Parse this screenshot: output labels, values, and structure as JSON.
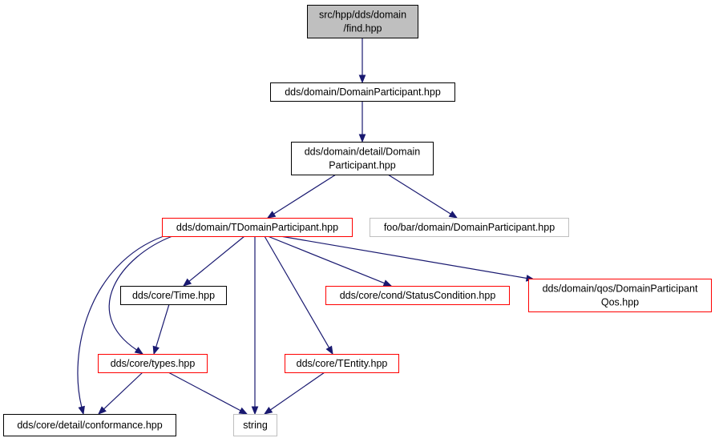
{
  "colors": {
    "edge": "#191970",
    "root_fill": "#bfbfbf",
    "border_normal": "#000000",
    "border_truncated": "#ff0000",
    "border_external": "#bfbfbf"
  },
  "nodes": [
    {
      "id": "find",
      "lines": [
        "src/hpp/dds/domain",
        "/find.hpp"
      ],
      "kind": "root"
    },
    {
      "id": "dp",
      "lines": [
        "dds/domain/DomainParticipant.hpp"
      ],
      "kind": "normal"
    },
    {
      "id": "detail_dp",
      "lines": [
        "dds/domain/detail/Domain",
        "Participant.hpp"
      ],
      "kind": "normal"
    },
    {
      "id": "tdp",
      "lines": [
        "dds/domain/TDomainParticipant.hpp"
      ],
      "kind": "truncated"
    },
    {
      "id": "foo",
      "lines": [
        "foo/bar/domain/DomainParticipant.hpp"
      ],
      "kind": "external"
    },
    {
      "id": "time",
      "lines": [
        "dds/core/Time.hpp"
      ],
      "kind": "normal"
    },
    {
      "id": "status",
      "lines": [
        "dds/core/cond/StatusCondition.hpp"
      ],
      "kind": "truncated"
    },
    {
      "id": "qos",
      "lines": [
        "dds/domain/qos/DomainParticipant",
        "Qos.hpp"
      ],
      "kind": "truncated"
    },
    {
      "id": "types",
      "lines": [
        "dds/core/types.hpp"
      ],
      "kind": "truncated"
    },
    {
      "id": "tentity",
      "lines": [
        "dds/core/TEntity.hpp"
      ],
      "kind": "truncated"
    },
    {
      "id": "conf",
      "lines": [
        "dds/core/detail/conformance.hpp"
      ],
      "kind": "normal"
    },
    {
      "id": "string",
      "lines": [
        "string"
      ],
      "kind": "external"
    }
  ],
  "edges": [
    {
      "from": "find",
      "to": "dp"
    },
    {
      "from": "dp",
      "to": "detail_dp"
    },
    {
      "from": "detail_dp",
      "to": "tdp"
    },
    {
      "from": "detail_dp",
      "to": "foo"
    },
    {
      "from": "tdp",
      "to": "time"
    },
    {
      "from": "tdp",
      "to": "status"
    },
    {
      "from": "tdp",
      "to": "qos"
    },
    {
      "from": "tdp",
      "to": "types"
    },
    {
      "from": "tdp",
      "to": "tentity"
    },
    {
      "from": "tdp",
      "to": "conf"
    },
    {
      "from": "tdp",
      "to": "string"
    },
    {
      "from": "time",
      "to": "types"
    },
    {
      "from": "types",
      "to": "conf"
    },
    {
      "from": "types",
      "to": "string"
    },
    {
      "from": "tentity",
      "to": "string"
    }
  ]
}
